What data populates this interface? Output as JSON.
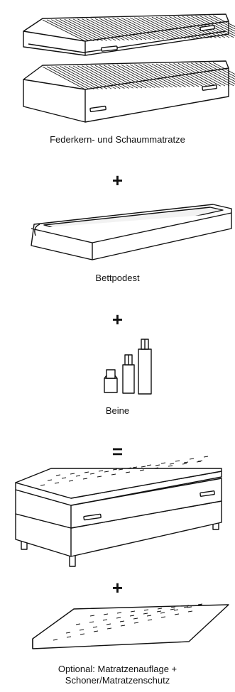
{
  "steps": [
    {
      "name": "mattress",
      "label": "Federkern- und Schaummatratze"
    },
    {
      "name": "bed-base",
      "label": "Bettpodest"
    },
    {
      "name": "legs",
      "label": "Beine"
    },
    {
      "name": "topper",
      "label": "Optional: Matratzenauflage +\nSchoner/Matratzenschutz"
    }
  ],
  "operators": {
    "plus": "+",
    "equals": "="
  },
  "colors": {
    "ink": "#111111",
    "fill": "#ffffff",
    "shade": "#f2f2f2"
  }
}
